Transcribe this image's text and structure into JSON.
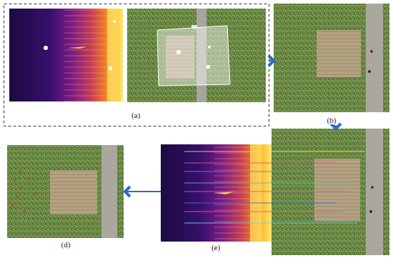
{
  "diagram": {
    "nodes": [
      {
        "text": [
          "(a)"
        ]
      },
      {
        "text": [
          "(b)"
        ]
      },
      {
        "text": [
          "(e)"
        ]
      },
      {
        "text": [
          "(d)"
        ]
      }
    ],
    "edges": [
      {
        "from": 0,
        "to": 1,
        "arrow": "to"
      },
      {
        "from": 1,
        "to": 2,
        "arrow": "to"
      },
      {
        "from": 2,
        "to": 3,
        "arrow": "to"
      }
    ]
  }
}
